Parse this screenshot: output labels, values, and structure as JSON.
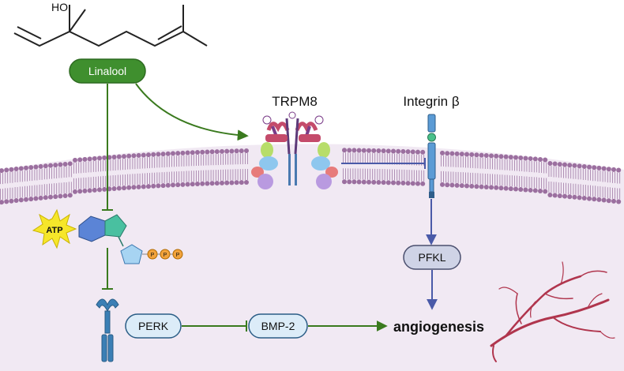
{
  "molecule": {
    "hydroxyl_label": "HO"
  },
  "nodes": {
    "linalool": "Linalool",
    "trpm8": "TRPM8",
    "integrin": "Integrin β",
    "atp": "ATP",
    "phosphate": "P",
    "perk": "PERK",
    "bmp2": "BMP-2",
    "pfkl": "PFKL",
    "angiogenesis": "angiogenesis"
  },
  "colors": {
    "green_node": "#3f8f2e",
    "activation_arrow": "#3a7a1e",
    "inhibition_line": "#3a7a1e",
    "blue_arrow": "#4a5aa8",
    "cytoplasm": "#f1e9f3",
    "lipid_head": "#9b6f9f",
    "node_fill": "#dcecf8",
    "pfkl_fill": "#cfd3e6",
    "vessel": "#b0354d",
    "atp_star": "#f6e62a",
    "phosphate": "#f2a33c"
  }
}
